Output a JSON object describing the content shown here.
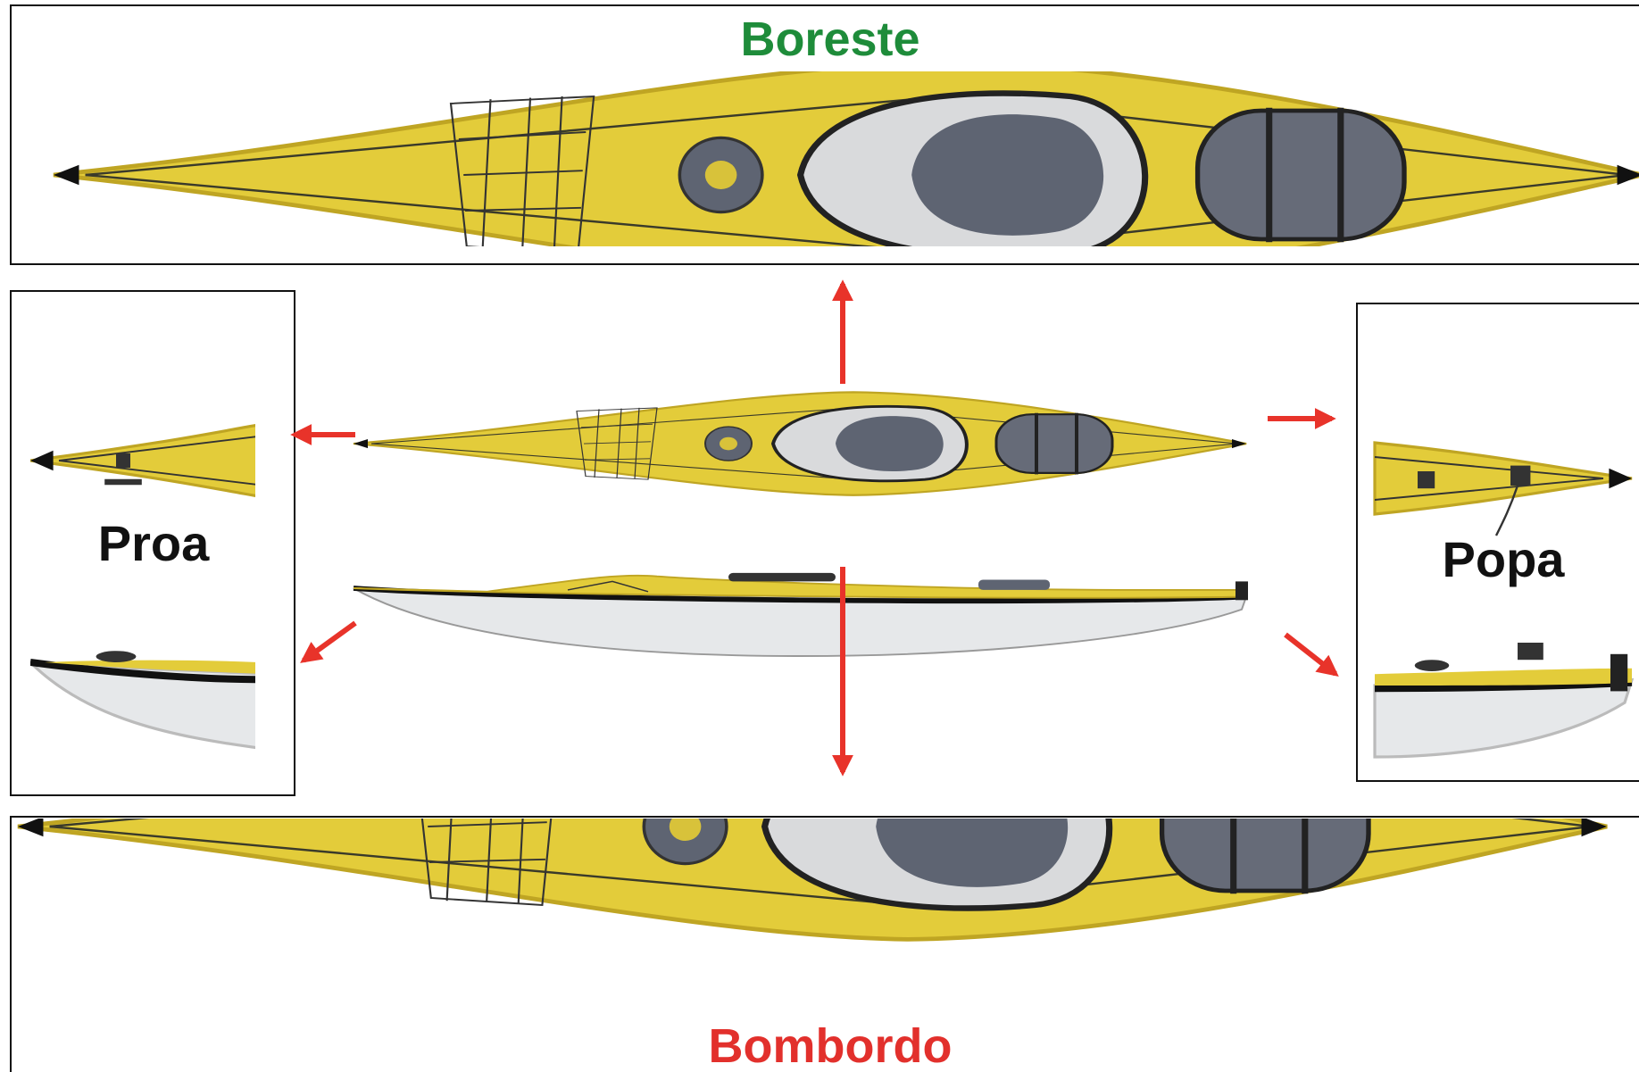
{
  "labels": {
    "starboard": "Boreste",
    "port": "Bombordo",
    "bow": "Proa",
    "stern": "Popa"
  },
  "colors": {
    "starboard_label": "#1e8c3a",
    "port_label": "#e2302c",
    "arrow": "#e8332a",
    "kayak_deck": "#e3cc3a",
    "kayak_deck_dark": "#bfa523",
    "kayak_hull": "#e6e8ea",
    "cockpit": "#5e6472",
    "frame": "#111111"
  },
  "icons": {
    "arrow": "red-arrow-icon",
    "kayak": "kayak-illustration"
  }
}
